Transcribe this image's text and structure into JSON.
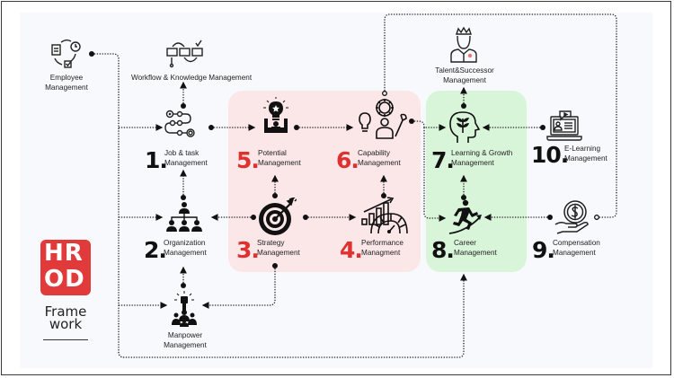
{
  "logo": {
    "line1": "HR",
    "line2": "OD",
    "subtitle_line1": "Frame",
    "subtitle_line2": "work",
    "color": "#e03a3a"
  },
  "colors": {
    "accent_red": "#e03131",
    "zone_pink": "#fbe6e8",
    "zone_green": "#d9f5d9"
  },
  "nodes": {
    "employee": {
      "line1": "Employee",
      "line2": "Management",
      "icon": "employee-cycle-icon"
    },
    "workflow": {
      "line1": "Workflow & Knowledge Management",
      "icon": "workflow-icon"
    },
    "job": {
      "number": "1",
      "line1": "Job & task",
      "line2": "Management",
      "icon": "path-icon"
    },
    "organization": {
      "number": "2",
      "line1": "Organization",
      "line2": "Management",
      "icon": "org-chart-icon"
    },
    "strategy": {
      "number": "3",
      "line1": "Strategy",
      "line2": "Management",
      "icon": "target-icon"
    },
    "performance": {
      "number": "4",
      "line1": "Performance",
      "line2": "Managment",
      "icon": "performance-gauge-icon"
    },
    "potential": {
      "number": "5",
      "line1": "Potential",
      "line2": "Management",
      "icon": "idea-person-icon"
    },
    "capability": {
      "number": "6",
      "line1": "Capability",
      "line2": "Management",
      "icon": "capability-gear-icon"
    },
    "learning": {
      "number": "7",
      "line1": "Learning & Growth",
      "line2": "Management",
      "icon": "growth-head-icon"
    },
    "career": {
      "number": "8",
      "line1": "Career",
      "line2": "Management",
      "icon": "runner-icon"
    },
    "compensation": {
      "number": "9",
      "line1": "Compensation",
      "line2": "Management",
      "icon": "money-hand-icon"
    },
    "elearning": {
      "number": "10",
      "line1": "E-Learning",
      "line2": "Management",
      "icon": "laptop-icon"
    },
    "talent": {
      "line1": "Talent&Successor",
      "line2": "Management",
      "icon": "crowned-person-icon"
    },
    "manpower": {
      "line1": "Manpower",
      "line2": "Management",
      "icon": "crowd-fist-icon"
    }
  }
}
